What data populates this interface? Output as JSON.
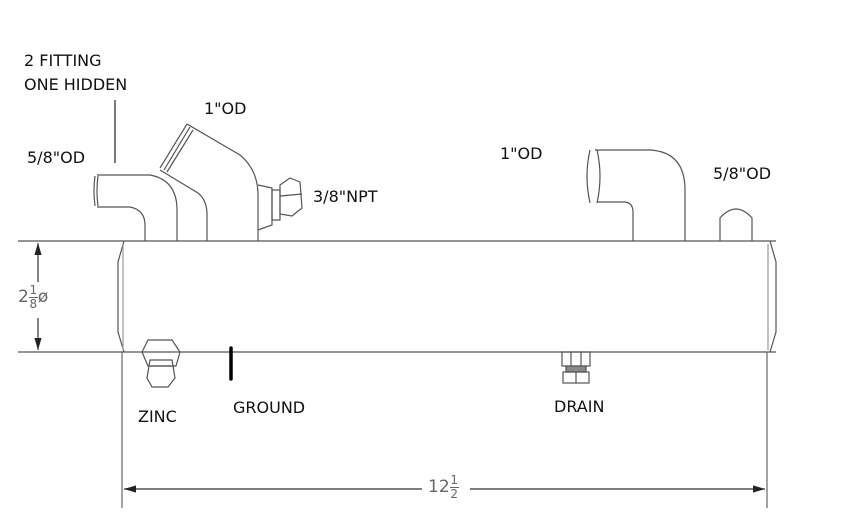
{
  "labels": {
    "fitting_note_line1": "2 FITTING",
    "fitting_note_line2": "ONE HIDDEN",
    "left_small_od": "5/8\"OD",
    "left_large_od": "1\"OD",
    "npt": "3/8\"NPT",
    "right_large_od": "1\"OD",
    "right_small_od": "5/8\"OD",
    "zinc": "ZINC",
    "ground": "GROUND",
    "drain": "DRAIN"
  },
  "dimensions": {
    "diameter": {
      "whole": "2",
      "num": "1",
      "den": "8",
      "symbol": "ø"
    },
    "length": {
      "whole": "12",
      "num": "1",
      "den": "2"
    }
  },
  "colors": {
    "line": "#555555",
    "text": "#111111",
    "ground_mark": "#000000"
  }
}
